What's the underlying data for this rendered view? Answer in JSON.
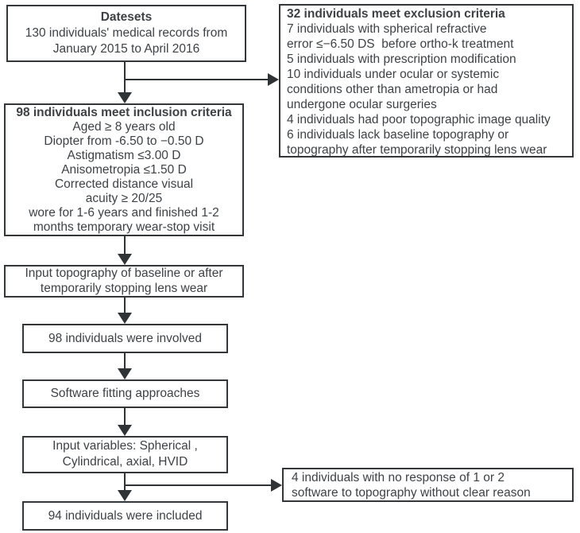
{
  "colors": {
    "line": "#2f3336",
    "border": "#33373a",
    "text": "#3e4245",
    "background": "#ffffff"
  },
  "boxes": {
    "datasets": {
      "title": "Datesets",
      "lines": [
        "130 individuals' medical records from",
        "January 2015 to April 2016"
      ]
    },
    "exclusion": {
      "title": "32 individuals meet exclusion criteria",
      "lines": [
        "7 individuals with spherical refractive",
        "error ≤−6.50 DS  before ortho-k treatment",
        "5 individuals with prescription modification",
        "10 individuals under ocular or systemic",
        "conditions other than ametropia or had",
        "undergone ocular surgeries",
        "4 individuals had poor topographic image quality",
        "6 individuals lack baseline topography or",
        "topography after temporarily stopping lens wear"
      ]
    },
    "inclusion": {
      "title": "98 individuals meet inclusion criteria",
      "lines": [
        "Aged ≥ 8 years old",
        "Diopter from -6.50 to −0.50 D",
        "Astigmatism ≤3.00 D",
        "Anisometropia ≤1.50 D",
        "Corrected distance visual",
        "acuity ≥ 20/25",
        "wore for 1-6 years and finished 1-2",
        "months temporary wear-stop visit"
      ]
    },
    "input_topography": {
      "lines": [
        "Input topography of baseline or after",
        "temporarily stopping lens wear"
      ]
    },
    "involved": {
      "label": "98 individuals were involved"
    },
    "software": {
      "label": "Software fitting approaches"
    },
    "input_variables": {
      "lines": [
        "Input variables: Spherical ,",
        "Cylindrical, axial, HVID"
      ]
    },
    "no_response": {
      "lines": [
        "4 individuals with no response of 1 or 2",
        "software to topography without clear reason"
      ]
    },
    "included": {
      "label": "94 individuals were included"
    }
  }
}
